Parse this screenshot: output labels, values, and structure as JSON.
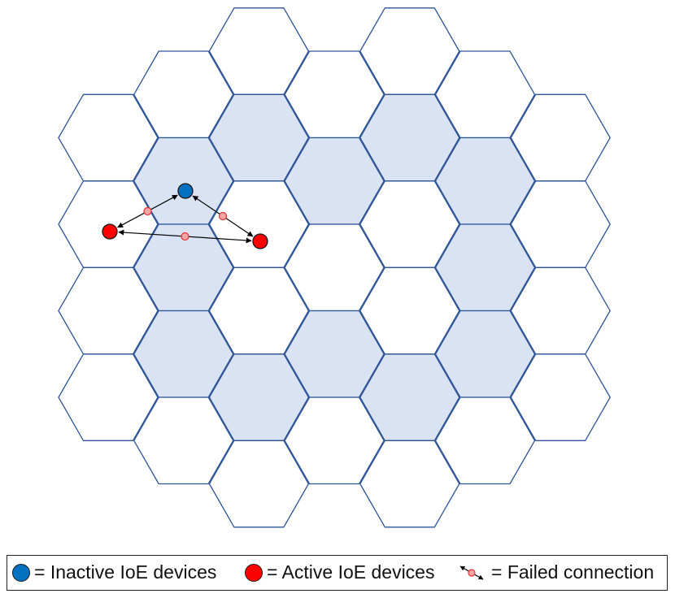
{
  "colors": {
    "hex_stroke": "#2f5597",
    "hex_fill": "#ffffff",
    "hex_shaded": "#dae3f3",
    "inactive_device": "#0070c0",
    "active_device": "#ff0000",
    "failed_marker_fill": "#f4a7a7",
    "failed_marker_stroke": "#e03030",
    "link": "#000000"
  },
  "grid": {
    "cells": [
      {
        "row": 0,
        "col": 2,
        "shaded": false
      },
      {
        "row": 0,
        "col": 4,
        "shaded": false
      },
      {
        "row": 1,
        "col": 1,
        "shaded": false
      },
      {
        "row": 1,
        "col": 3,
        "shaded": false
      },
      {
        "row": 1,
        "col": 5,
        "shaded": false
      },
      {
        "row": 2,
        "col": 0,
        "shaded": false
      },
      {
        "row": 2,
        "col": 2,
        "shaded": true
      },
      {
        "row": 2,
        "col": 4,
        "shaded": true
      },
      {
        "row": 2,
        "col": 6,
        "shaded": false
      },
      {
        "row": 3,
        "col": 1,
        "shaded": true
      },
      {
        "row": 3,
        "col": 3,
        "shaded": true
      },
      {
        "row": 3,
        "col": 5,
        "shaded": true
      },
      {
        "row": 4,
        "col": 0,
        "shaded": false
      },
      {
        "row": 4,
        "col": 2,
        "shaded": false
      },
      {
        "row": 4,
        "col": 4,
        "shaded": false
      },
      {
        "row": 4,
        "col": 6,
        "shaded": false
      },
      {
        "row": 5,
        "col": 1,
        "shaded": true
      },
      {
        "row": 5,
        "col": 3,
        "shaded": false
      },
      {
        "row": 5,
        "col": 5,
        "shaded": true
      },
      {
        "row": 6,
        "col": 0,
        "shaded": false
      },
      {
        "row": 6,
        "col": 2,
        "shaded": false
      },
      {
        "row": 6,
        "col": 4,
        "shaded": false
      },
      {
        "row": 6,
        "col": 6,
        "shaded": false
      },
      {
        "row": 7,
        "col": 1,
        "shaded": true
      },
      {
        "row": 7,
        "col": 3,
        "shaded": true
      },
      {
        "row": 7,
        "col": 5,
        "shaded": true
      },
      {
        "row": 8,
        "col": 0,
        "shaded": false
      },
      {
        "row": 8,
        "col": 2,
        "shaded": true
      },
      {
        "row": 8,
        "col": 4,
        "shaded": true
      },
      {
        "row": 8,
        "col": 6,
        "shaded": false
      },
      {
        "row": 9,
        "col": 1,
        "shaded": false
      },
      {
        "row": 9,
        "col": 3,
        "shaded": false
      },
      {
        "row": 9,
        "col": 5,
        "shaded": false
      },
      {
        "row": 10,
        "col": 2,
        "shaded": false
      },
      {
        "row": 10,
        "col": 4,
        "shaded": false
      }
    ]
  },
  "devices": [
    {
      "id": "d1",
      "status": "inactive"
    },
    {
      "id": "d2",
      "status": "active"
    },
    {
      "id": "d3",
      "status": "active"
    }
  ],
  "failed_connections": [
    {
      "from": "d1",
      "to": "d2"
    },
    {
      "from": "d1",
      "to": "d3"
    },
    {
      "from": "d2",
      "to": "d3"
    }
  ],
  "legend": {
    "inactive_label": "= Inactive IoE devices",
    "active_label": "= Active IoE devices",
    "failed_label": "= Failed connection"
  }
}
